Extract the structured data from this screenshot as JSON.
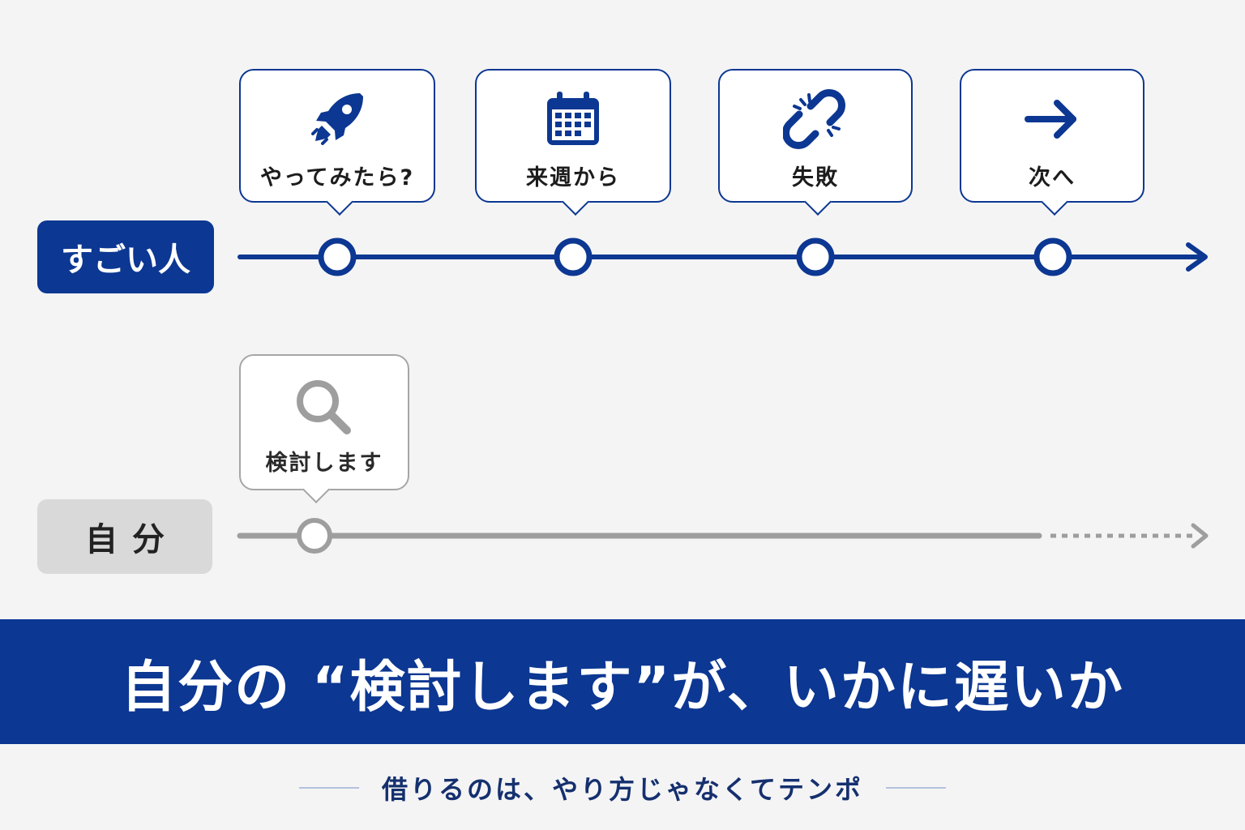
{
  "rows": {
    "top": {
      "label": "すごい人",
      "steps": [
        {
          "text": "やってみたら?",
          "icon": "rocket-icon"
        },
        {
          "text": "来週から",
          "icon": "calendar-icon"
        },
        {
          "text": "失敗",
          "icon": "broken-link-icon"
        },
        {
          "text": "次へ",
          "icon": "arrow-right-icon"
        }
      ]
    },
    "self": {
      "label": "自分",
      "steps": [
        {
          "text": "検討します",
          "icon": "search-icon"
        }
      ]
    }
  },
  "headline": "自分の “検討します”が、いかに遅いか",
  "subline": "借りるのは、やり方じゃなくてテンポ",
  "colors": {
    "primary": "#0c3792",
    "muted": "#9e9e9e",
    "background": "#f4f4f5"
  }
}
